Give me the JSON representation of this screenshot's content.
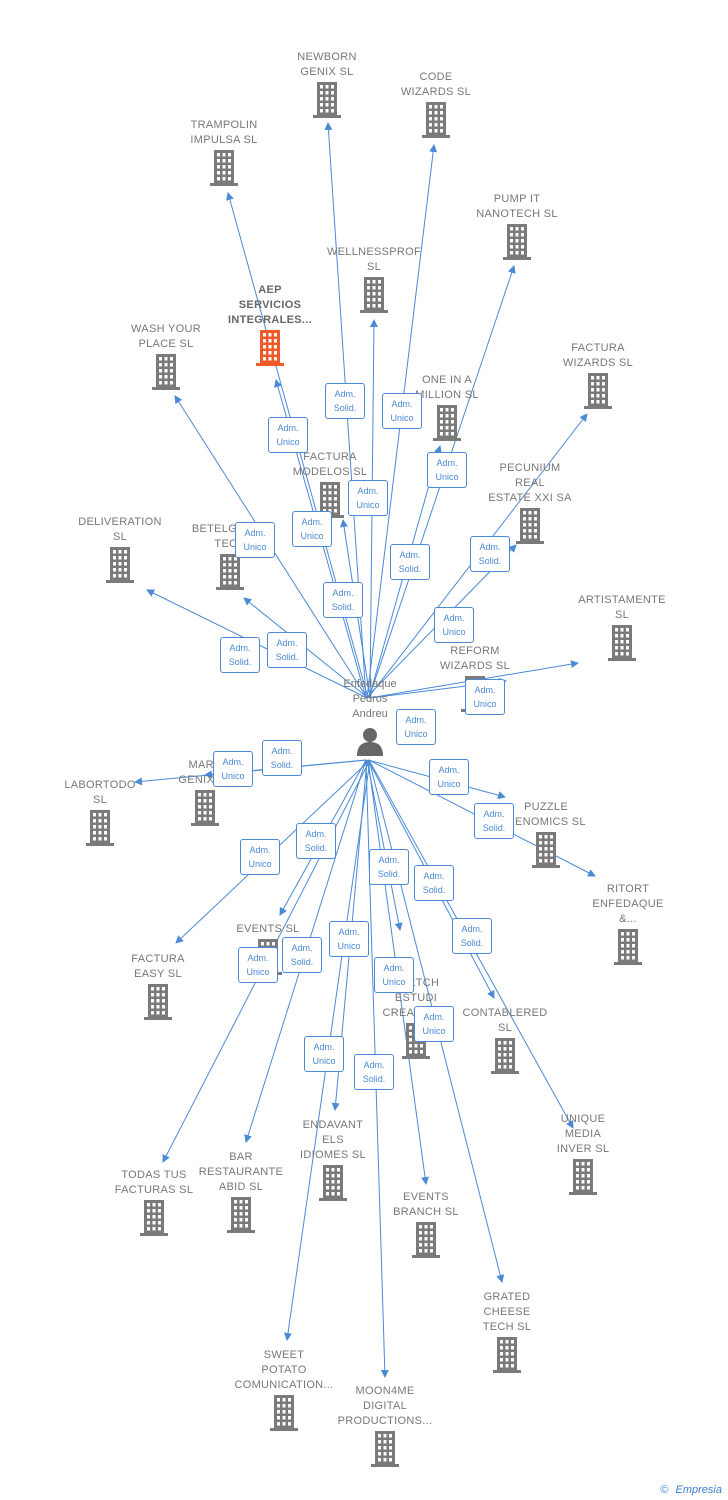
{
  "center": {
    "name": "Enfedaque\nPedros\nAndreu",
    "icon": "person-icon"
  },
  "nodes": [
    {
      "id": "newborn",
      "label": "NEWBORN\nGENIX  SL"
    },
    {
      "id": "code",
      "label": "CODE\nWIZARDS  SL"
    },
    {
      "id": "trampolin",
      "label": "TRAMPOLIN\nIMPULSA  SL"
    },
    {
      "id": "pump",
      "label": "PUMP IT\nNANOTECH  SL"
    },
    {
      "id": "wellness",
      "label": "WELLNESSPROF\nSL"
    },
    {
      "id": "aep",
      "label": "AEP\nSERVICIOS\nINTEGRALES...",
      "highlight": true
    },
    {
      "id": "wash",
      "label": "WASH YOUR\nPLACE  SL"
    },
    {
      "id": "factwiz",
      "label": "FACTURA\nWIZARDS  SL"
    },
    {
      "id": "onein",
      "label": "ONE IN A\nMILLION  SL"
    },
    {
      "id": "factmod",
      "label": "FACTURA\nMODELOS  SL"
    },
    {
      "id": "pecunium",
      "label": "PECUNIUM\nREAL\nESTATE XXI SA"
    },
    {
      "id": "deliveration",
      "label": "DELIVERATION\nSL"
    },
    {
      "id": "betelgeuse",
      "label": "BETELGEUSE\nTECH"
    },
    {
      "id": "artistamente",
      "label": "ARTISTAMENTE\nSL"
    },
    {
      "id": "reform",
      "label": "REFORM\nWIZARDS  SL"
    },
    {
      "id": "mars",
      "label": "MARS\nGENIX  SL"
    },
    {
      "id": "labortodo",
      "label": "LABORTODO\nSL"
    },
    {
      "id": "puzzle",
      "label": "PUZZLE\nGENOMICS  SL"
    },
    {
      "id": "ritort",
      "label": "RITORT\nENFEDAQUE\n&..."
    },
    {
      "id": "factura_easy",
      "label": "FACTURA\nEASY  SL"
    },
    {
      "id": "events",
      "label": "EVENTS  SL"
    },
    {
      "id": "sketch",
      "label": "SKETCH\nESTUDI\nCREATIU  SL"
    },
    {
      "id": "contablered",
      "label": "CONTABLERED\nSL"
    },
    {
      "id": "unique",
      "label": "UNIQUE\nMEDIA\nINVER  SL"
    },
    {
      "id": "todas",
      "label": "TODAS TUS\nFACTURAS  SL"
    },
    {
      "id": "bar",
      "label": "BAR\nRESTAURANTE\nABID  SL"
    },
    {
      "id": "endavant",
      "label": "ENDAVANT\nELS\nIDIOMES  SL"
    },
    {
      "id": "eventsbranch",
      "label": "EVENTS\nBRANCH  SL"
    },
    {
      "id": "grated",
      "label": "GRATED\nCHEESE\nTECH  SL"
    },
    {
      "id": "sweet",
      "label": "SWEET\nPOTATO\nCOMUNICATION..."
    },
    {
      "id": "moon",
      "label": "MOON4ME\nDIGITAL\nPRODUCTIONS..."
    }
  ],
  "badges": [
    {
      "text": "Adm.\nSolid."
    },
    {
      "text": "Adm.\nUnico"
    },
    {
      "text": "Adm.\nUnico"
    },
    {
      "text": "Adm.\nUnico"
    },
    {
      "text": "Adm.\nUnico"
    },
    {
      "text": "Adm.\nUnico"
    },
    {
      "text": "Adm.\nUnico"
    },
    {
      "text": "Adm.\nSolid."
    },
    {
      "text": "Adm.\nSolid."
    },
    {
      "text": "Adm.\nSolid."
    },
    {
      "text": "Adm.\nUnico"
    },
    {
      "text": "Adm.\nSolid."
    },
    {
      "text": "Adm.\nSolid."
    },
    {
      "text": "Adm.\nUnico"
    },
    {
      "text": "Adm.\nUnico"
    },
    {
      "text": "Adm.\nSolid."
    },
    {
      "text": "Adm.\nUnico"
    },
    {
      "text": "Adm.\nUnico"
    },
    {
      "text": "Adm.\nSolid."
    },
    {
      "text": "Adm.\nUnico"
    },
    {
      "text": "Adm.\nSolid."
    },
    {
      "text": "Adm.\nSolid."
    },
    {
      "text": "Adm.\nSolid."
    },
    {
      "text": "Adm.\nSolid."
    },
    {
      "text": "Adm.\nUnico"
    },
    {
      "text": "Adm.\nSolid."
    },
    {
      "text": "Adm.\nUnico"
    },
    {
      "text": "Adm.\nUnico"
    },
    {
      "text": "Adm.\nUnico"
    },
    {
      "text": "Adm.\nUnico"
    },
    {
      "text": "Adm.\nSolid."
    }
  ],
  "footer": {
    "copyright": "©",
    "brand": "Empresia"
  },
  "colors": {
    "edge": "#4a8ad6",
    "building": "#7a7a7a",
    "highlight": "#f05a2a"
  }
}
